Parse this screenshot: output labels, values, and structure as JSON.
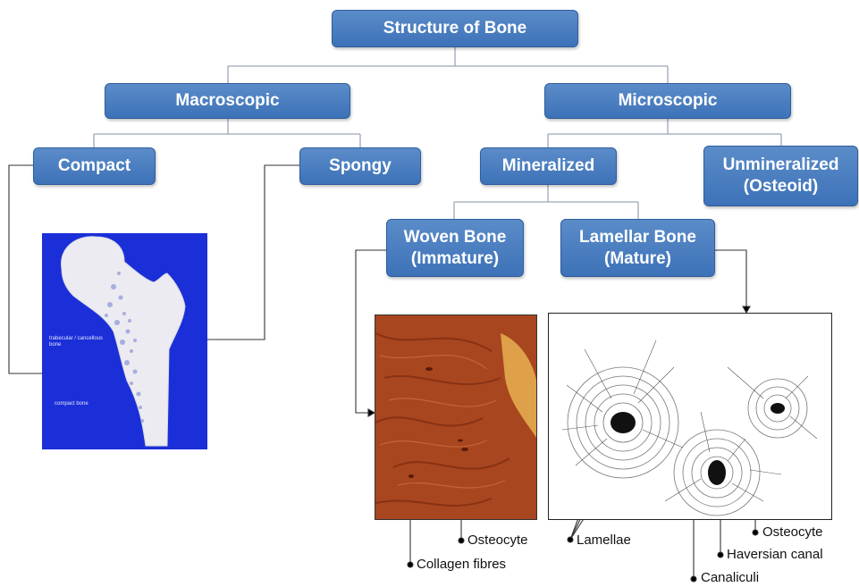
{
  "nodes": {
    "root": "Structure of Bone",
    "macroscopic": "Macroscopic",
    "microscopic": "Microscopic",
    "compact": "Compact",
    "spongy": "Spongy",
    "mineralized": "Mineralized",
    "unmineralized": "Unmineralized\n(Osteoid)",
    "woven": "Woven Bone\n(Immature)",
    "lamellar": "Lamellar Bone\n(Mature)"
  },
  "bone_image": {
    "label_trabecular": "trabecular / cancellous bone",
    "label_compact": "compact bone"
  },
  "woven_labels": {
    "osteocyte": "Osteocyte",
    "collagen": "Collagen fibres"
  },
  "lamellar_labels": {
    "lamellae": "Lamellae",
    "osteocyte": "Osteocyte",
    "haversian": "Haversian canal",
    "canaliculi": "Canaliculi"
  },
  "colors": {
    "node_fill": "#4a7fc1",
    "connector": "#9aa8b8",
    "bone_bg": "#1a2fd8",
    "woven_tissue": "#b5502a"
  }
}
